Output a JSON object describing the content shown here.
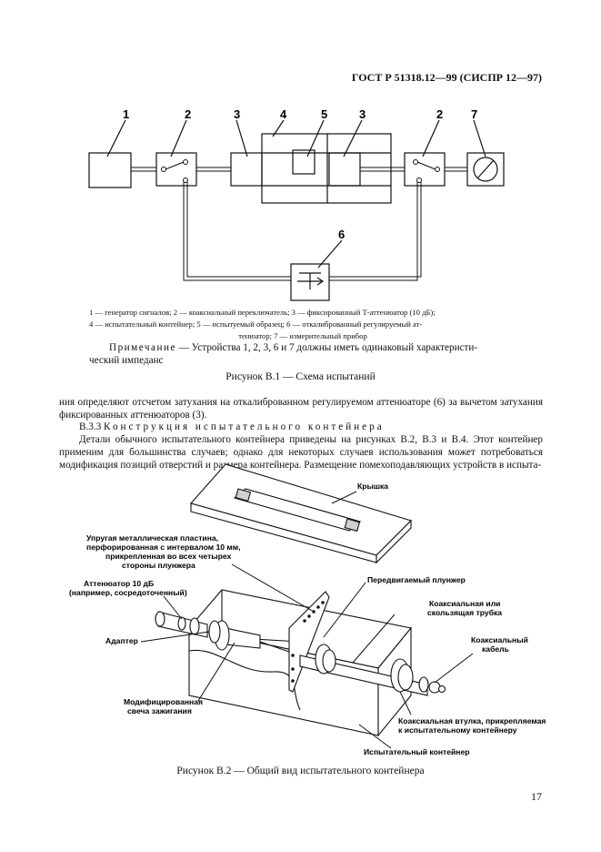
{
  "header": {
    "standard": "ГОСТ Р 51318.12—99 (СИСПР 12—97)"
  },
  "scheme": {
    "numbers": [
      "1",
      "2",
      "3",
      "4",
      "5",
      "3",
      "2",
      "7",
      "6"
    ]
  },
  "legend": {
    "line1": "1 — генератор сигналов; 2 — коаксиальный переключатель; 3 — фиксированный Т-аттенюатор (10 дБ);",
    "line2": "4 — испытательный контейнер; 5 — испытуемый образец; 6 — откалиброванный регулируемый ат-",
    "line3": "тенюатор; 7 — измерительный прибор"
  },
  "note": {
    "label": "Примечание",
    "text": " — Устройства 1, 2, 3, 6 и 7 должны иметь одинаковый характеристи-",
    "text2": "ческий импеданс"
  },
  "figure1_caption": "Рисунок В.1 — Схема испытаний",
  "body": {
    "p1": "ния определяют отсчетом затухания на откалиброванном регулируемом аттенюаторе (6) за вычетом затухания фиксированных аттенюаторов (3).",
    "section_num": "В.3.3",
    "section_title": "Конструкция испытательного контейнера",
    "p2": "Детали обычного испытательного контейнера приведены на рисунках В.2, В.3 и В.4. Этот контейнер применим для большинства случаев; однако для некоторых случаев использования может потребоваться модификация позиций отверстий и размера контейнера. Размещение помехоподавляющих устройств в испыта-"
  },
  "figure2": {
    "lid": "Крышка",
    "plate_1": "Упругая металлическая пластина,",
    "plate_2": "перфорированная с интервалом 10 мм,",
    "plate_3": "прикрепленная во всех четырех",
    "plate_4": "стороны плунжера",
    "atten_1": "Аттенюатор 10 дБ",
    "atten_2": "(например, сосредоточенный)",
    "adapter": "Адаптер",
    "plug_1": "Модифицированная",
    "plug_2": "свеча зажигания",
    "plunger": "Передвигаемый плунжер",
    "coax_line_1": "Коаксиальная или",
    "coax_line_2": "скользящая трубка",
    "coax_cable_1": "Коаксиальный",
    "coax_cable_2": "кабель",
    "bushing_1": "Коаксиальная втулка, прикрепляемая",
    "bushing_2": "к испытательному контейнеру",
    "container": "Испытательный контейнер"
  },
  "figure2_caption": "Рисунок В.2 — Общий вид испытательного контейнера",
  "page_number": "17"
}
